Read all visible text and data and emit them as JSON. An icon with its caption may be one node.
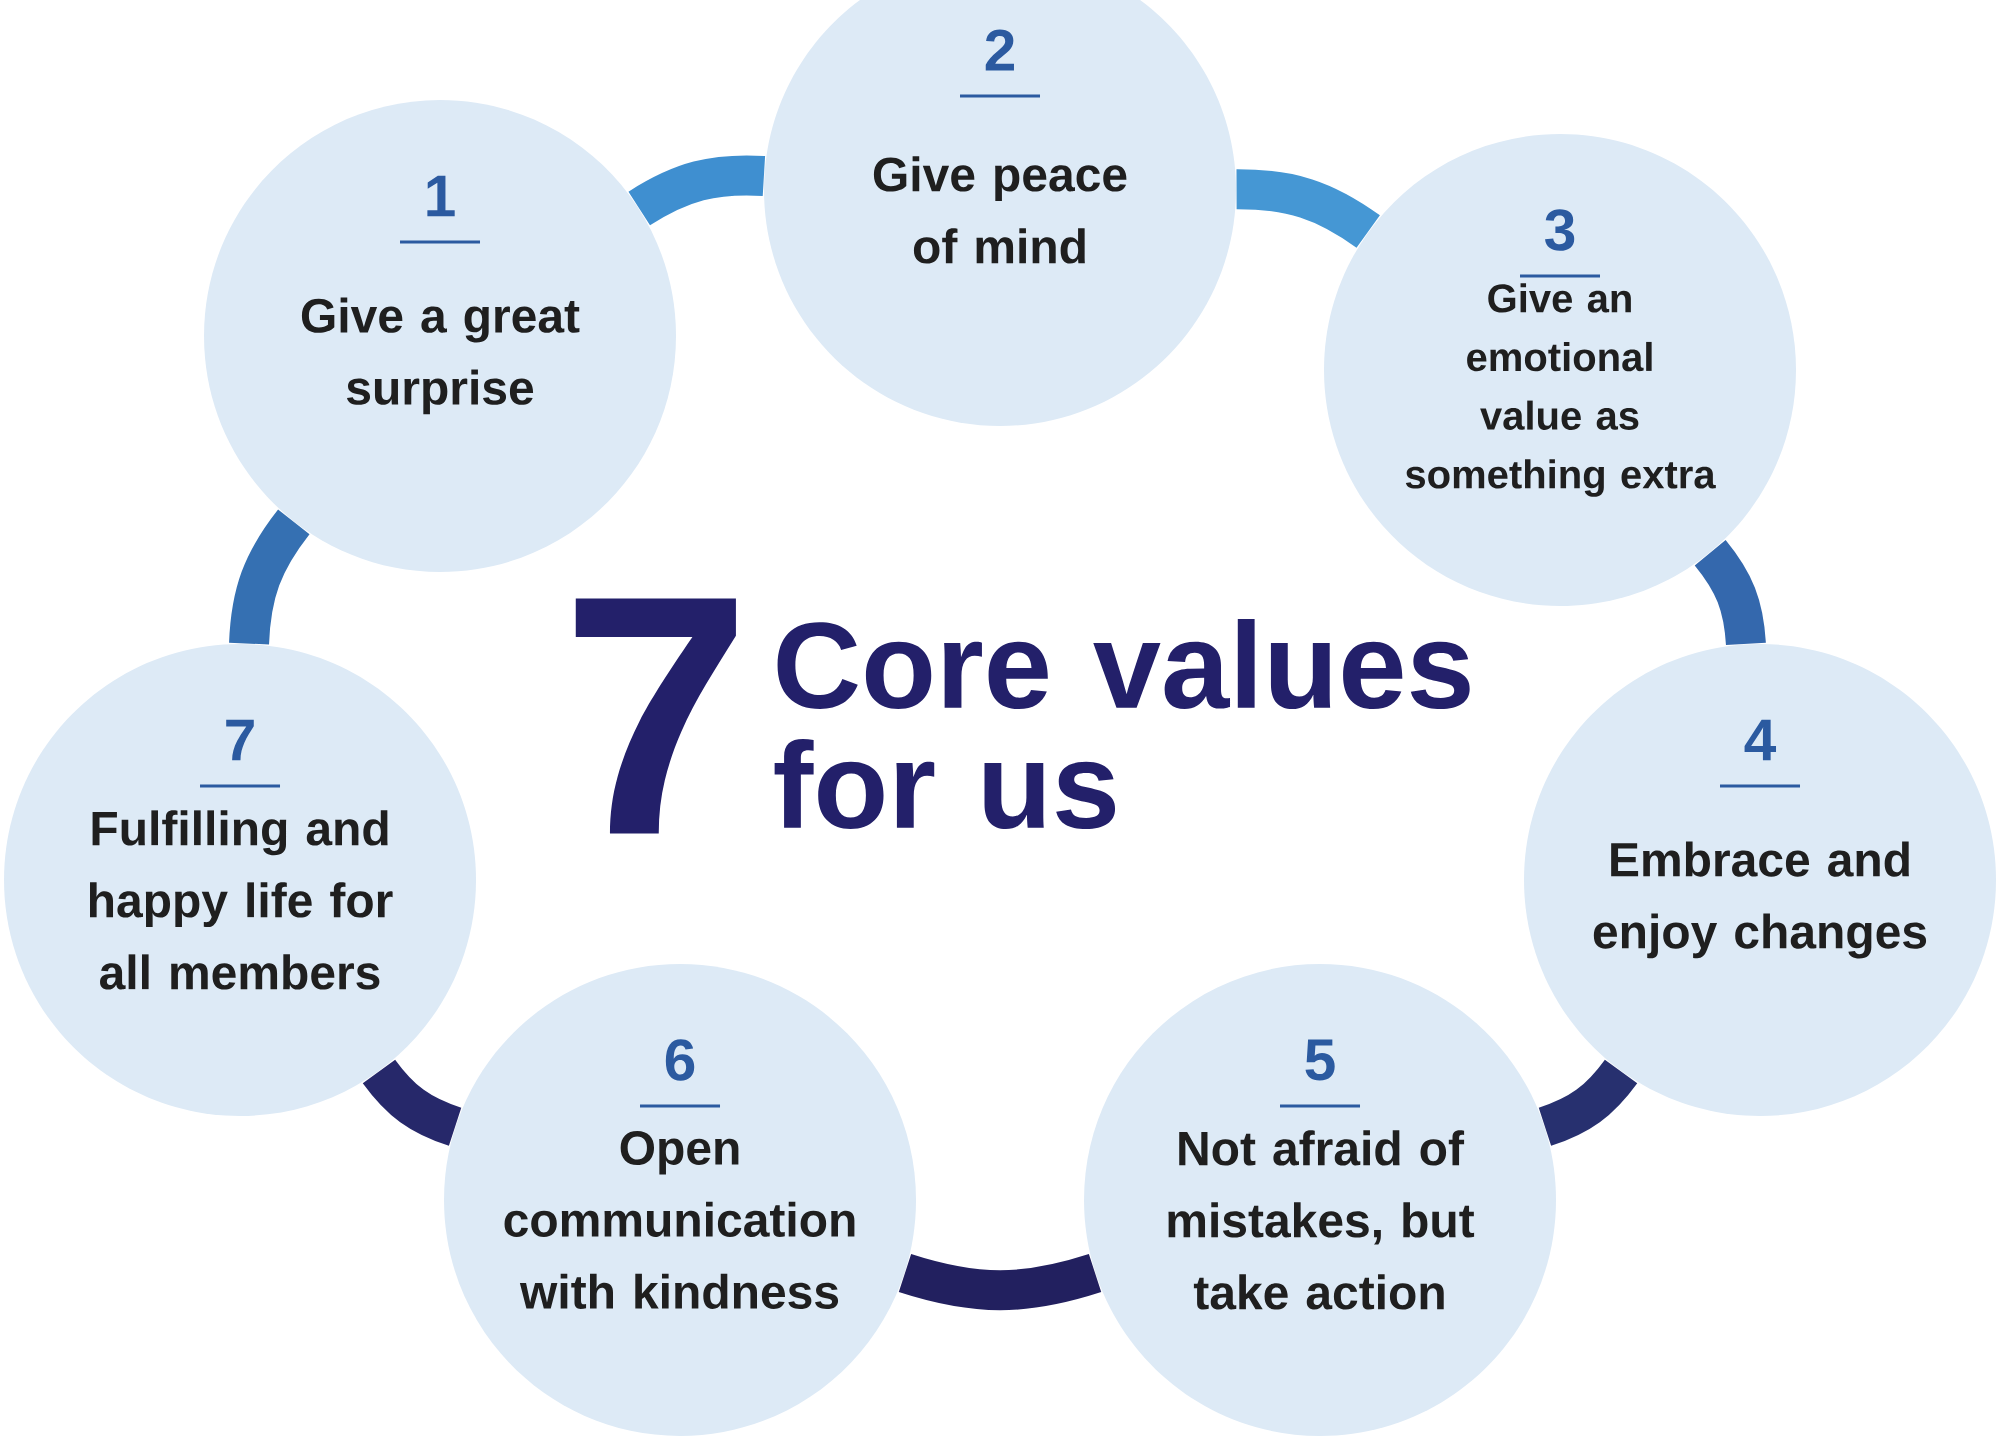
{
  "diagram": {
    "nodes": [
      {
        "text": [
          "1",
          "Give a great surprise"
        ]
      },
      {
        "text": [
          "2",
          "Give peace of mind"
        ]
      },
      {
        "text": [
          "3",
          "Give an emotional value as something extra"
        ]
      },
      {
        "text": [
          "4",
          "Embrace and enjoy changes"
        ]
      },
      {
        "text": [
          "5",
          "Not afraid of mistakes, but take action"
        ]
      },
      {
        "text": [
          "6",
          "Open communication with kindness"
        ]
      },
      {
        "text": [
          "7",
          "Fulfilling and happy life for all members"
        ]
      }
    ],
    "edges": [
      {
        "from": 0,
        "to": 1,
        "arrow": "none",
        "color": "#3f8fd0"
      },
      {
        "from": 1,
        "to": 2,
        "arrow": "none",
        "color": "#4597d4"
      },
      {
        "from": 2,
        "to": 3,
        "arrow": "none",
        "color": "#3468ad"
      },
      {
        "from": 3,
        "to": 4,
        "arrow": "none",
        "color": "#27306f"
      },
      {
        "from": 4,
        "to": 5,
        "arrow": "none",
        "color": "#22205f"
      },
      {
        "from": 5,
        "to": 6,
        "arrow": "none",
        "color": "#26286a"
      },
      {
        "from": 6,
        "to": 0,
        "arrow": "none",
        "color": "#3570b2"
      }
    ],
    "labels": [
      "7",
      "Core values for us"
    ]
  }
}
